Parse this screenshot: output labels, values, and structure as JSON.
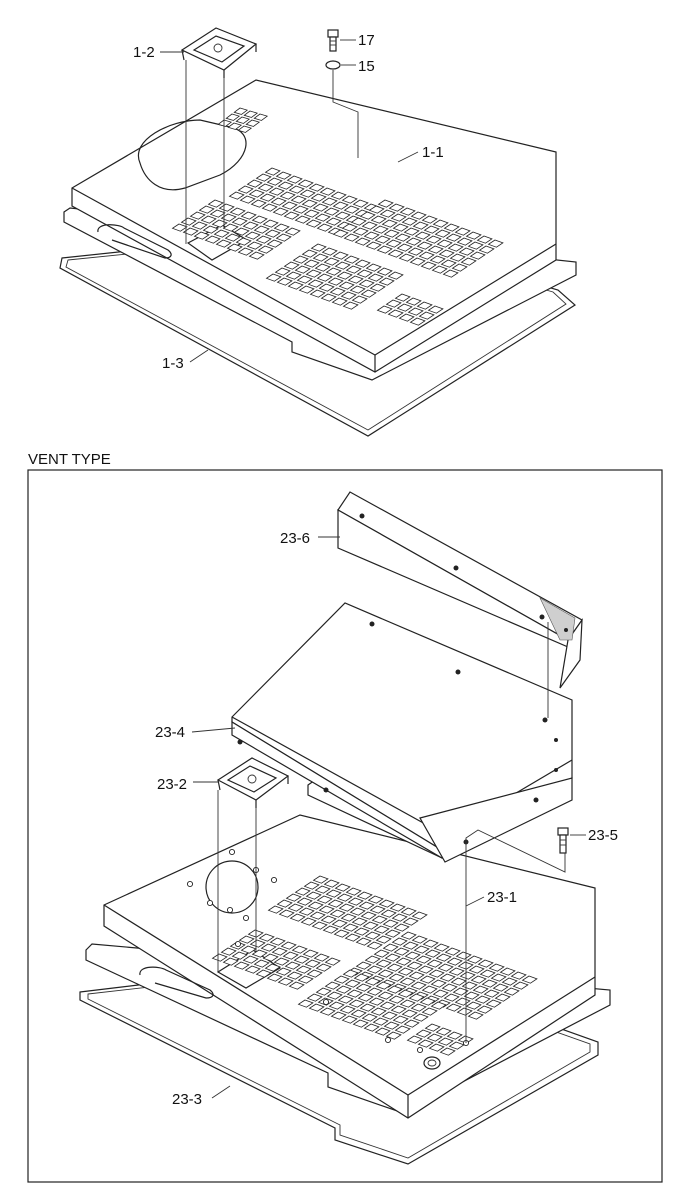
{
  "section_title": "VENT TYPE",
  "labels": {
    "p1_1": "1-1",
    "p1_2": "1-2",
    "p1_3": "1-3",
    "p15": "15",
    "p17": "17",
    "p23_1": "23-1",
    "p23_2": "23-2",
    "p23_3": "23-3",
    "p23_4": "23-4",
    "p23_5": "23-5",
    "p23_6": "23-6"
  }
}
